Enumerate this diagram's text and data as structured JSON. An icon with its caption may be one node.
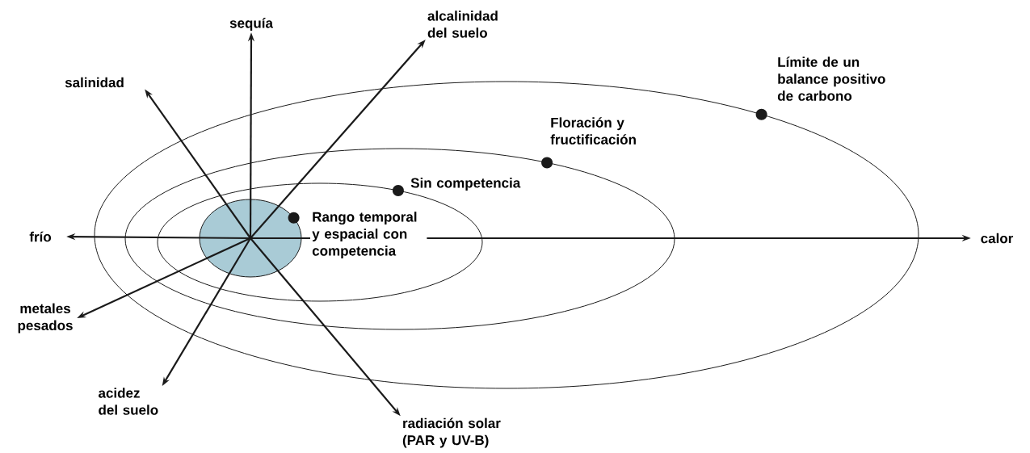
{
  "diagram": {
    "nodes": [
      {
        "text": [
          "Límite de un balance positivo de carbono"
        ]
      },
      {
        "text": [
          "Floración y fructificación"
        ],
        "in": 0
      },
      {
        "text": [
          "Sin competencia"
        ],
        "in": 1
      },
      {
        "text": [
          "Rango temporal y espacial con competencia"
        ],
        "in": 2
      },
      {
        "text": [
          "sequía"
        ]
      },
      {
        "text": [
          "alcalinidad del suelo"
        ]
      },
      {
        "text": [
          "salinidad"
        ]
      },
      {
        "text": [
          "frío"
        ]
      },
      {
        "text": [
          "calor"
        ]
      },
      {
        "text": [
          "metales pesados"
        ]
      },
      {
        "text": [
          "acidez del suelo"
        ]
      },
      {
        "text": [
          "radiación solar (PAR y UV-B)"
        ]
      }
    ],
    "edges": [
      {
        "from": 3,
        "to": 4,
        "arrow": "to"
      },
      {
        "from": 3,
        "to": 5,
        "arrow": "to"
      },
      {
        "from": 3,
        "to": 6,
        "arrow": "to"
      },
      {
        "from": 3,
        "to": 7,
        "arrow": "to"
      },
      {
        "from": 3,
        "to": 8,
        "arrow": "to"
      },
      {
        "from": 3,
        "to": 9,
        "arrow": "to"
      },
      {
        "from": 3,
        "to": 10,
        "arrow": "to"
      },
      {
        "from": 3,
        "to": 11,
        "arrow": "to"
      }
    ]
  }
}
